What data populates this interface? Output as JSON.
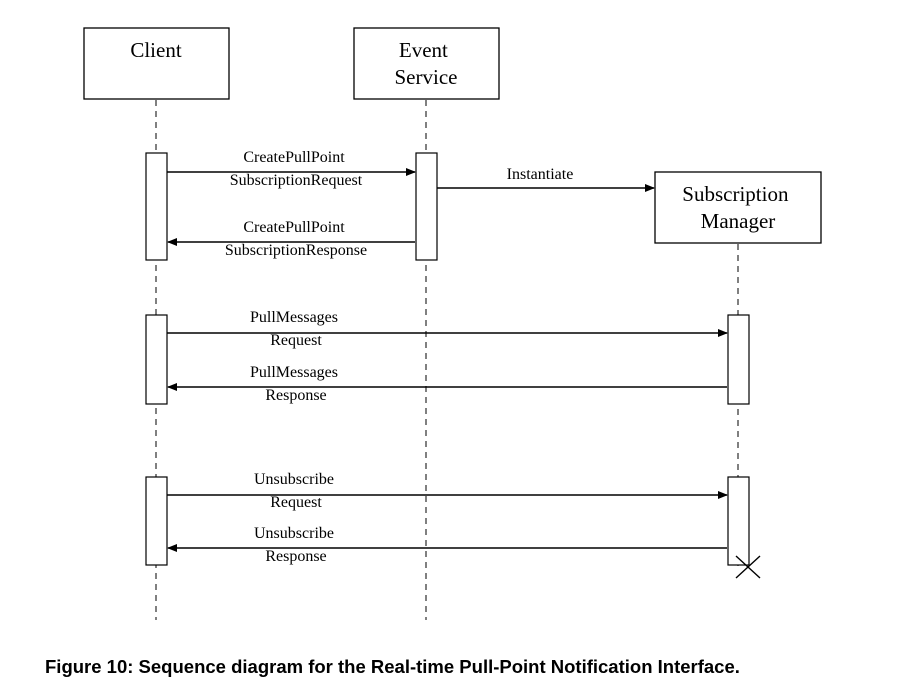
{
  "participants": {
    "client": [
      "Client"
    ],
    "event_service": [
      "Event",
      "Service"
    ],
    "subscription_manager": [
      "Subscription",
      "Manager"
    ]
  },
  "messages": {
    "create_request": [
      "CreatePullPoint",
      "SubscriptionRequest"
    ],
    "instantiate": [
      "Instantiate"
    ],
    "create_response": [
      "CreatePullPoint",
      "SubscriptionResponse"
    ],
    "pull_request": [
      "PullMessages",
      "Request"
    ],
    "pull_response": [
      "PullMessages",
      "Response"
    ],
    "unsubscribe_request": [
      "Unsubscribe",
      "Request"
    ],
    "unsubscribe_response": [
      "Unsubscribe",
      "Response"
    ]
  },
  "caption": "Figure 10: Sequence diagram for the Real-time Pull-Point Notification Interface."
}
